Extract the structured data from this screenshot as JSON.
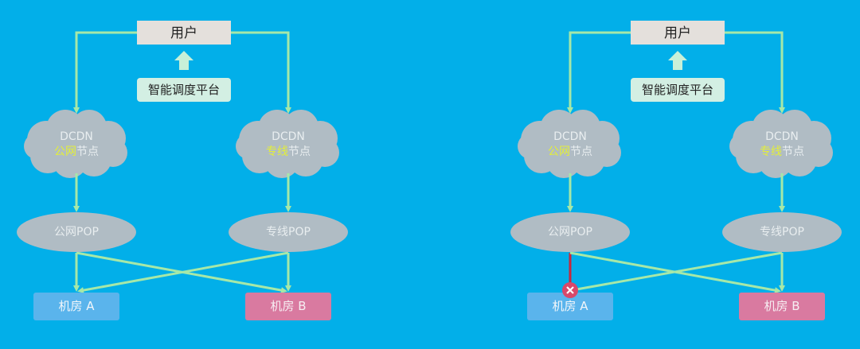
{
  "colors": {
    "background": "#02afe9",
    "line": "#a6e8a8",
    "user_box": "#e4e0dc",
    "platform_box": "#d3efe3",
    "node": "#b0bcc4",
    "node_text": "#e9eef0",
    "highlight_text": "#e3ee3a",
    "room_a": "#5ab4ec",
    "room_b": "#d97aa0",
    "fault": "#d9486a"
  },
  "diagrams": [
    {
      "user": "用户",
      "platform": "智能调度平台",
      "cloud_public": {
        "line1": "DCDN",
        "highlight": "公网",
        "rest": "节点"
      },
      "cloud_private": {
        "line1": "DCDN",
        "highlight": "专线",
        "rest": "节点"
      },
      "pop_public": "公网POP",
      "pop_private": "专线POP",
      "room_a": "机房 A",
      "room_b": "机房 B",
      "room_a_failed": false
    },
    {
      "user": "用户",
      "platform": "智能调度平台",
      "cloud_public": {
        "line1": "DCDN",
        "highlight": "公网",
        "rest": "节点"
      },
      "cloud_private": {
        "line1": "DCDN",
        "highlight": "专线",
        "rest": "节点"
      },
      "pop_public": "公网POP",
      "pop_private": "专线POP",
      "room_a": "机房 A",
      "room_b": "机房 B",
      "room_a_failed": true
    }
  ]
}
